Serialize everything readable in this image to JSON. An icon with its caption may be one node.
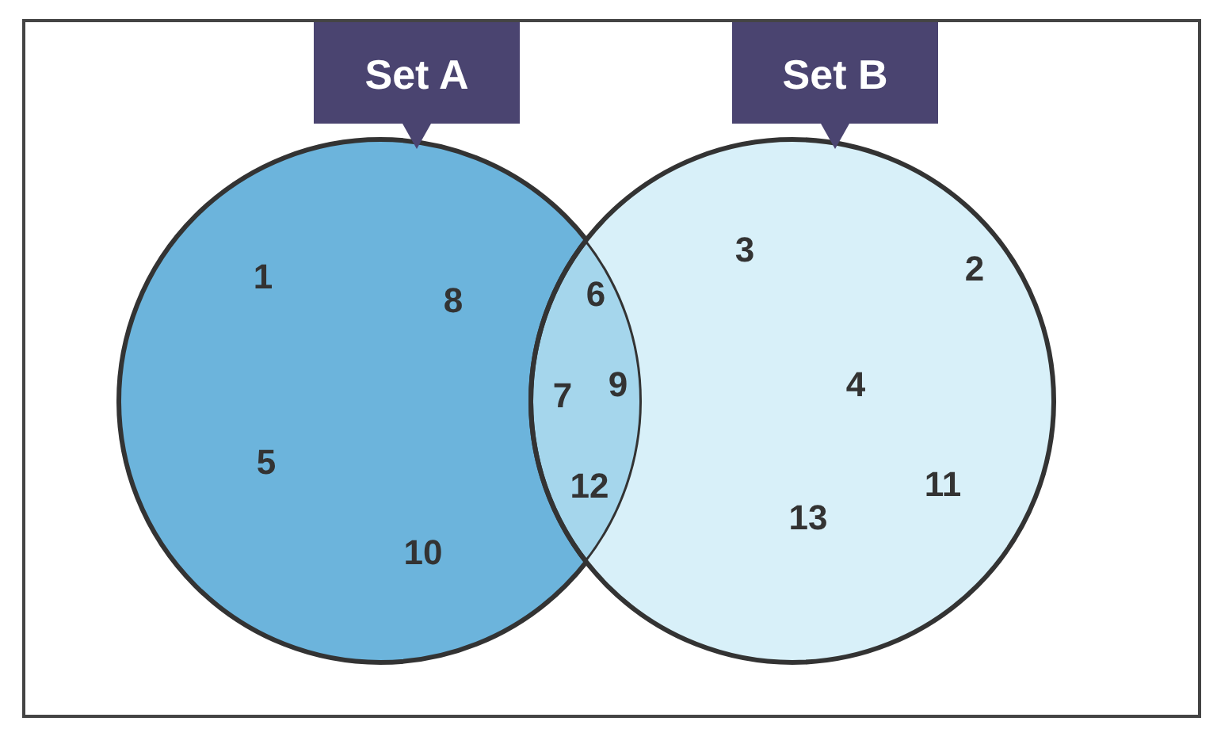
{
  "diagram": {
    "nodes": [
      {
        "text": [
          "Set A"
        ]
      },
      {
        "text": [
          "Set B"
        ]
      },
      {
        "text": [],
        "shape": "circle"
      },
      {
        "text": [],
        "shape": "circle"
      }
    ],
    "labels": [
      "3",
      "2",
      "1",
      "6",
      "8",
      "9",
      "4",
      "7",
      "5",
      "12",
      "11",
      "13",
      "10"
    ]
  }
}
